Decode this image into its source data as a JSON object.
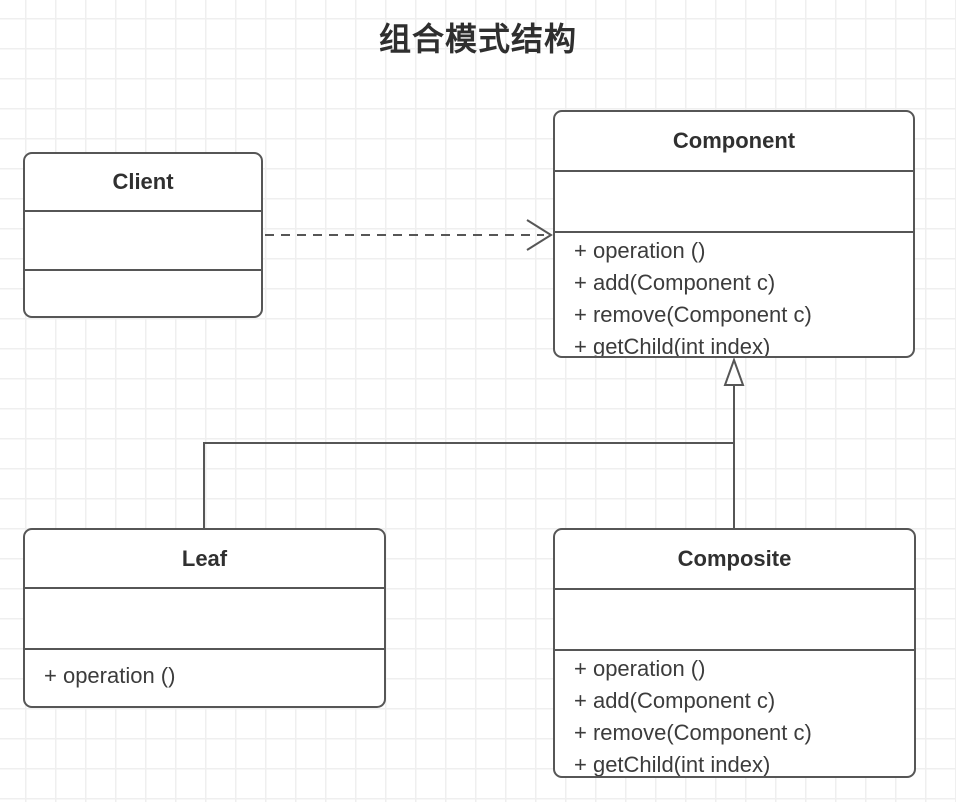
{
  "title": "组合模式结构",
  "colors": {
    "background": "#ffffff",
    "grid_line": "#efefef",
    "shape_border": "#565656",
    "shape_fill": "#ffffff",
    "text": "#3c3c3c",
    "title_text": "#2f2f2f"
  },
  "classes": {
    "client": {
      "name": "Client",
      "attributes": [],
      "methods": []
    },
    "component": {
      "name": "Component",
      "attributes": [],
      "methods": [
        "+ operation ()",
        "+ add(Component c)",
        "+ remove(Component c)",
        "+ getChild(int index)"
      ]
    },
    "leaf": {
      "name": "Leaf",
      "attributes": [],
      "methods": [
        "+ operation ()"
      ]
    },
    "composite": {
      "name": "Composite",
      "attributes": [],
      "methods": [
        "+ operation ()",
        "+ add(Component c)",
        "+ remove(Component c)",
        "+ getChild(int index)"
      ]
    }
  },
  "relationships": [
    {
      "type": "dependency",
      "from": "Client",
      "to": "Component",
      "line": "dashed",
      "arrowhead": "open"
    },
    {
      "type": "generalization",
      "from": "Leaf",
      "to": "Component",
      "line": "solid",
      "arrowhead": "hollow-triangle"
    },
    {
      "type": "generalization",
      "from": "Composite",
      "to": "Component",
      "line": "solid",
      "arrowhead": "hollow-triangle"
    }
  ]
}
